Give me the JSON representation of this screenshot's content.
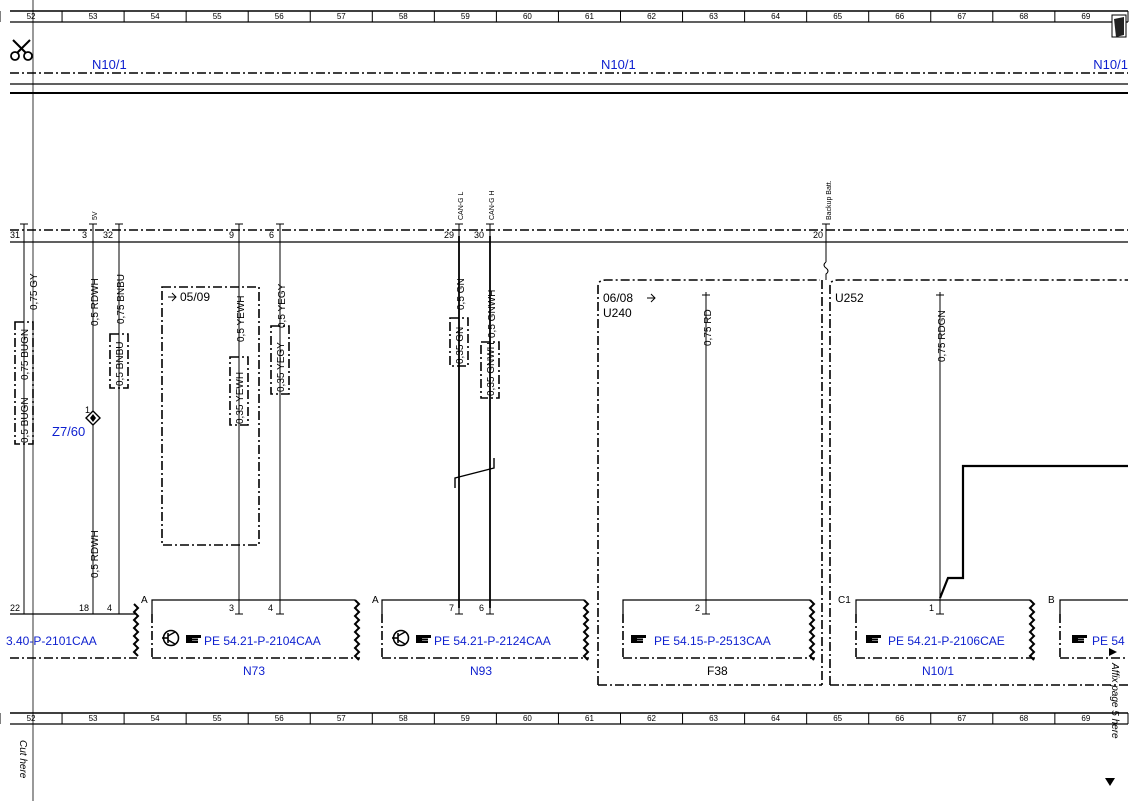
{
  "ruler": {
    "cells": [
      "52",
      "53",
      "54",
      "55",
      "56",
      "57",
      "58",
      "59",
      "60",
      "61",
      "62",
      "63",
      "64",
      "65",
      "66",
      "67",
      "68",
      "69"
    ]
  },
  "header": {
    "module_labels": [
      "N10/1",
      "N10/1",
      "N10/1"
    ]
  },
  "top_pins": [
    {
      "num": "31",
      "signal": ""
    },
    {
      "num": "3",
      "signal": "5V"
    },
    {
      "num": "32",
      "signal": ""
    },
    {
      "num": "9",
      "signal": ""
    },
    {
      "num": "6",
      "signal": ""
    },
    {
      "num": "29",
      "signal": "CAN-G L"
    },
    {
      "num": "30",
      "signal": "CAN-G H"
    },
    {
      "num": "20",
      "signal": "Backup Batt."
    }
  ],
  "wire_labels": [
    "0,75 GY",
    "0,5 RDWH",
    "0,75 BNBU",
    "0,5 YEWH",
    "0,5 YEGY",
    "0,5 GN",
    "0,5 GNWH",
    "0,75 RD",
    "0,75 RDGN",
    "0,5 RDWH"
  ],
  "connector_labels": [
    "0,5 BUGN",
    "0,75 BUGN",
    "0,5 BNBU",
    "0,35 YEWH",
    "0,35 YEGY",
    "0,35 GN",
    "0,35 GNWH"
  ],
  "variants": [
    {
      "date": "05/09",
      "code": ""
    },
    {
      "date": "06/08",
      "code": "U240"
    },
    {
      "date": "",
      "code": "U252"
    }
  ],
  "splice": {
    "pin": "1",
    "label": "Z7/60"
  },
  "bottom_pins": [
    "22",
    "18",
    "4",
    "3",
    "4",
    "7",
    "6",
    "2",
    "1"
  ],
  "connector_letters": [
    "A",
    "A",
    "C1",
    "B"
  ],
  "refs": [
    "3.40-P-2101CAA",
    "PE 54.21-P-2104CAA",
    "PE 54.21-P-2124CAA",
    "PE 54.15-P-2513CAA",
    "PE 54.21-P-2106CAE",
    "PE 54"
  ],
  "components": [
    "N73",
    "N93",
    "F38",
    "N10/1"
  ],
  "side_notes": {
    "cut": "Cut here",
    "affix": "Affix page 5 here"
  },
  "icons": [
    "scissors-icon",
    "page-corner-icon",
    "transistor-icon",
    "pointing-hand-icon",
    "triangle-marker-icon"
  ],
  "colors": {
    "ref_blue": "#0d1fcf",
    "line": "#000000"
  }
}
